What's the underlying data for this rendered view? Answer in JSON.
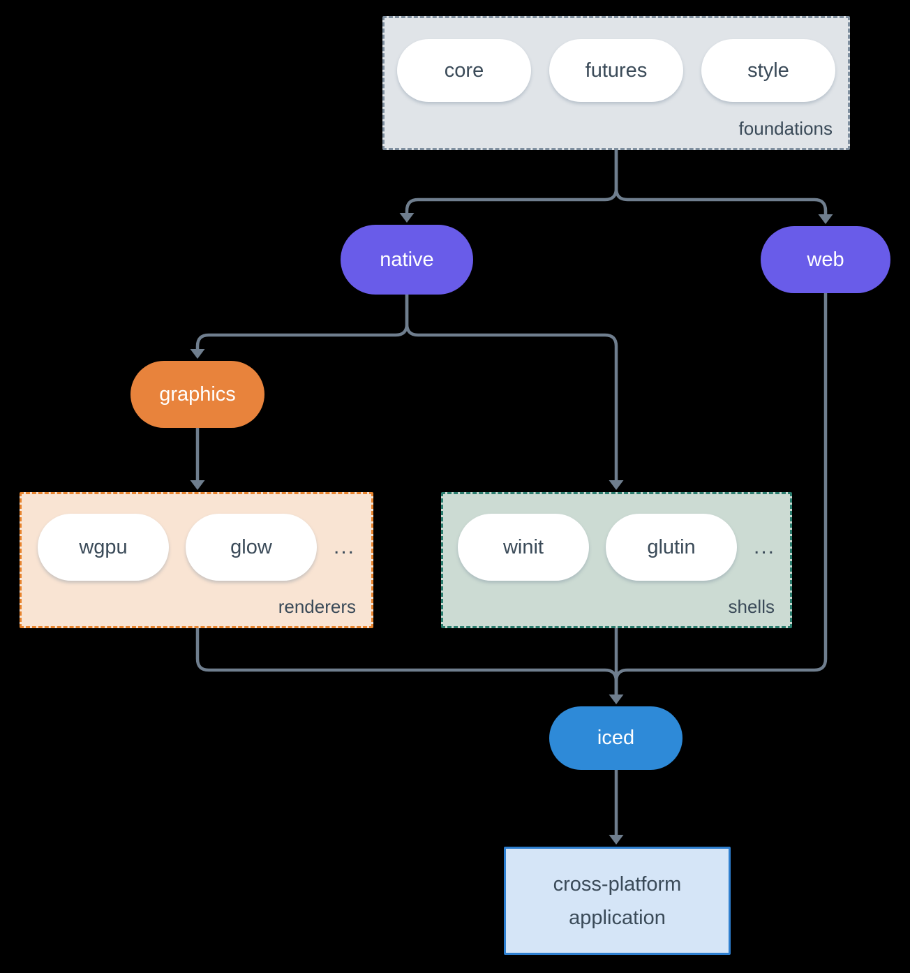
{
  "colors": {
    "edge": "#6f7e8e",
    "text_dark": "#3a4a58",
    "text_light": "#ffffff",
    "purple": "#695ce9",
    "orange": "#e8833c",
    "blue": "#2e8ad8",
    "foundations_bg": "#e0e4e8",
    "foundations_border": "#7e8e9e",
    "renderers_bg": "#f9e4d3",
    "renderers_border": "#e8842e",
    "shells_bg": "#ccdbd3",
    "shells_border": "#2b7d6e",
    "app_bg": "#d5e5f7",
    "app_border": "#2e7fd0"
  },
  "groups": {
    "foundations": {
      "label": "foundations",
      "items": [
        "core",
        "futures",
        "style"
      ]
    },
    "renderers": {
      "label": "renderers",
      "items": [
        "wgpu",
        "glow"
      ],
      "ellipsis": "..."
    },
    "shells": {
      "label": "shells",
      "items": [
        "winit",
        "glutin"
      ],
      "ellipsis": "..."
    }
  },
  "nodes": {
    "native": "native",
    "web": "web",
    "graphics": "graphics",
    "iced": "iced",
    "application": {
      "line1": "cross-platform",
      "line2": "application"
    }
  }
}
